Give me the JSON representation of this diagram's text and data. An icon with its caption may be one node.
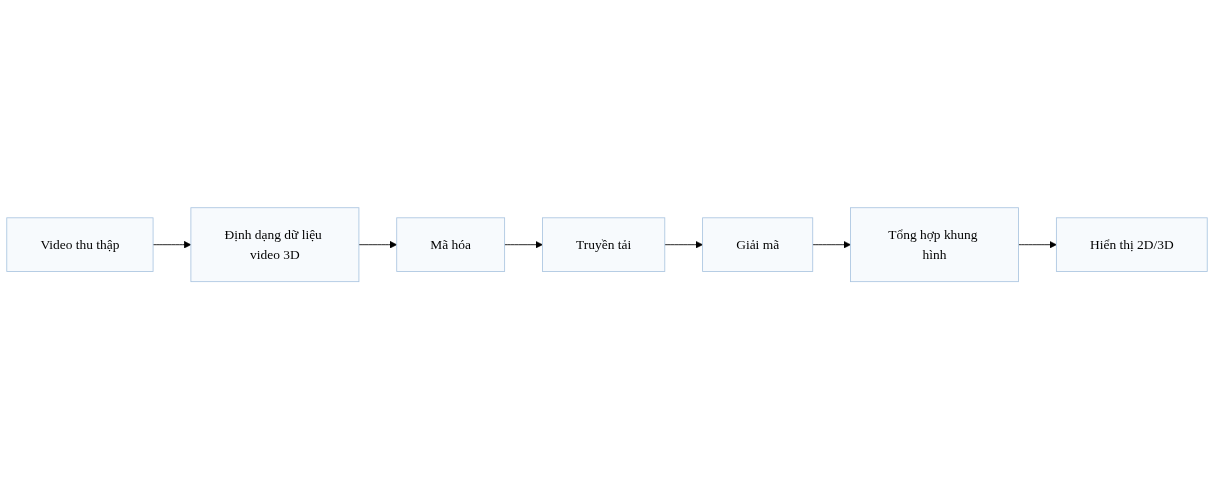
{
  "diagram": {
    "nodes": [
      {
        "text": [
          "Video thu thập"
        ]
      },
      {
        "text": [
          "Định dạng dữ liệu video 3D"
        ]
      },
      {
        "text": [
          "Mã hóa"
        ]
      },
      {
        "text": [
          "Truyền tải"
        ]
      },
      {
        "text": [
          "Giải mã"
        ]
      },
      {
        "text": [
          "Tổng hợp khung hình"
        ]
      },
      {
        "text": [
          "Hiển thị 2D/3D"
        ]
      }
    ],
    "edges": [
      {
        "from": 0,
        "to": 1,
        "arrow": "to"
      },
      {
        "from": 1,
        "to": 2,
        "arrow": "to"
      },
      {
        "from": 2,
        "to": 3,
        "arrow": "to"
      },
      {
        "from": 3,
        "to": 4,
        "arrow": "to"
      },
      {
        "from": 4,
        "to": 5,
        "arrow": "to"
      },
      {
        "from": 5,
        "to": 6,
        "arrow": "to"
      }
    ]
  }
}
